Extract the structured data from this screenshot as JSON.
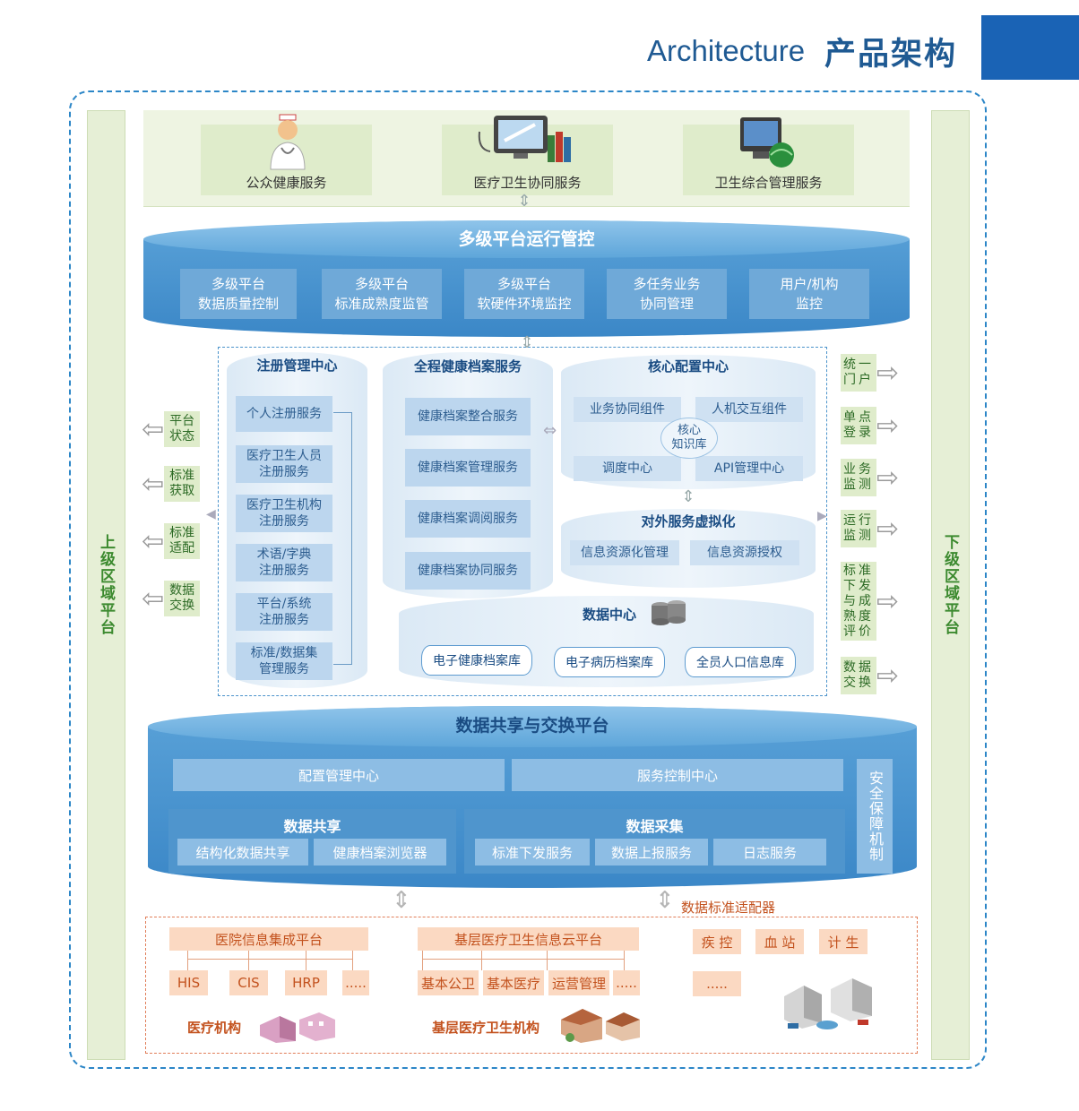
{
  "header": {
    "title_en": "Architecture",
    "title_cn": "产品架构"
  },
  "side": {
    "left": "上级区域平台",
    "right": "下级区域平台"
  },
  "top_services": [
    {
      "label": "公众健康服务",
      "icon": "doctor-icon"
    },
    {
      "label": "医疗卫生协同服务",
      "icon": "monitor-icon"
    },
    {
      "label": "卫生综合管理服务",
      "icon": "computer-globe-icon"
    }
  ],
  "ops": {
    "title": "多级平台运行管控",
    "boxes": [
      {
        "l1": "多级平台",
        "l2": "数据质量控制"
      },
      {
        "l1": "多级平台",
        "l2": "标准成熟度监管"
      },
      {
        "l1": "多级平台",
        "l2": "软硬件环境监控"
      },
      {
        "l1": "多任务业务",
        "l2": "协同管理"
      },
      {
        "l1": "用户/机构",
        "l2": "监控"
      }
    ]
  },
  "reg": {
    "title": "注册管理中心",
    "items": [
      {
        "l1": "个人注册服务",
        "l2": ""
      },
      {
        "l1": "医疗卫生人员",
        "l2": "注册服务"
      },
      {
        "l1": "医疗卫生机构",
        "l2": "注册服务"
      },
      {
        "l1": "术语/字典",
        "l2": "注册服务"
      },
      {
        "l1": "平台/系统",
        "l2": "注册服务"
      },
      {
        "l1": "标准/数据集",
        "l2": "管理服务"
      }
    ]
  },
  "ehr": {
    "title": "全程健康档案服务",
    "items": [
      "健康档案整合服务",
      "健康档案管理服务",
      "健康档案调阅服务",
      "健康档案协同服务"
    ]
  },
  "core": {
    "title": "核心配置中心",
    "items": [
      "业务协同组件",
      "人机交互组件",
      "调度中心",
      "API管理中心"
    ],
    "center_l1": "核心",
    "center_l2": "知识库"
  },
  "virt": {
    "title": "对外服务虚拟化",
    "items": [
      "信息资源化管理",
      "信息资源授权"
    ]
  },
  "datacenter": {
    "title": "数据中心",
    "items": [
      "电子健康档案库",
      "电子病历档案库",
      "全员人口信息库"
    ]
  },
  "left_labels": [
    {
      "l1": "平台",
      "l2": "状态"
    },
    {
      "l1": "标准",
      "l2": "获取"
    },
    {
      "l1": "标准",
      "l2": "适配"
    },
    {
      "l1": "数据",
      "l2": "交换"
    }
  ],
  "right_labels": [
    {
      "lines": [
        "统一",
        "门户"
      ]
    },
    {
      "lines": [
        "单点",
        "登录"
      ]
    },
    {
      "lines": [
        "业务",
        "监测"
      ]
    },
    {
      "lines": [
        "运行",
        "监测"
      ]
    },
    {
      "lines": [
        "标准",
        "下发",
        "与成",
        "熟度",
        "评价"
      ]
    },
    {
      "lines": [
        "数据",
        "交换"
      ]
    }
  ],
  "exchange": {
    "title": "数据共享与交换平台",
    "config": "配置管理中心",
    "service_ctrl": "服务控制中心",
    "security": "安全保障机制",
    "share": {
      "title": "数据共享",
      "items": [
        "结构化数据共享",
        "健康档案浏览器"
      ]
    },
    "collect": {
      "title": "数据采集",
      "items": [
        "标准下发服务",
        "数据上报服务",
        "日志服务"
      ]
    }
  },
  "adapter_label": "数据标准适配器",
  "bottom": {
    "hospital": {
      "title": "医院信息集成平台",
      "items": [
        "HIS",
        "CIS",
        "HRP",
        "....."
      ],
      "inst": "医疗机构"
    },
    "primary": {
      "title": "基层医疗卫生信息云平台",
      "items": [
        "基本公卫",
        "基本医疗",
        "运营管理",
        "....."
      ],
      "inst": "基层医疗卫生机构"
    },
    "public": {
      "items": [
        "疾 控",
        "血 站",
        "计 生"
      ],
      "more": "....."
    }
  },
  "colors": {
    "blue": "#3b87c7",
    "green": "#dfeccb",
    "orange": "#fbd9c2"
  }
}
